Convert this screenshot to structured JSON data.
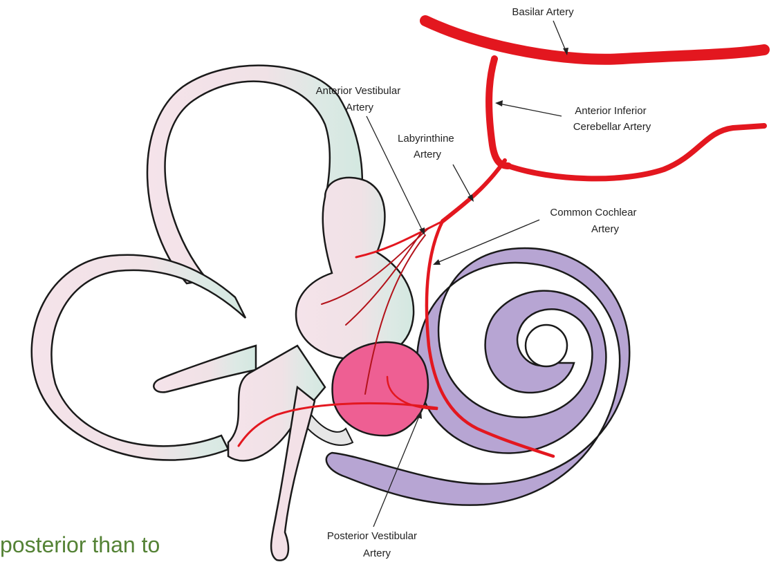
{
  "labels": {
    "basilar_artery": "Basilar Artery",
    "anterior_vestibular_artery": [
      "Anterior Vestibular",
      "Artery"
    ],
    "labyrinthine_artery": [
      "Labyrinthine",
      "Artery"
    ],
    "anterior_inferior_cerebellar_artery": [
      "Anterior Inferior",
      "Cerebellar Artery"
    ],
    "common_cochlear_artery": [
      "Common Cochlear",
      "Artery"
    ],
    "posterior_vestibular_artery": [
      "Posterior Vestibular",
      "Artery"
    ]
  },
  "caption_fragment": "posterior than to",
  "colors": {
    "artery": "#e3171f",
    "canal_fill": "#f3e1e7",
    "vestibule_fill": "#dcebe6",
    "utricle_saccule": "#ee5f93",
    "cochlea": "#b7a5d3",
    "outline": "#1a1a1a",
    "caption": "#548235"
  }
}
